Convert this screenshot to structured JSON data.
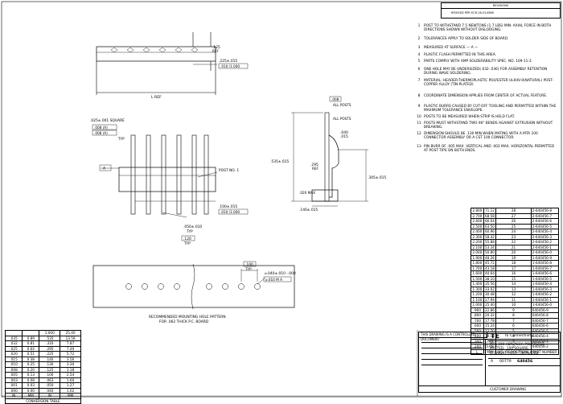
{
  "drawing": {
    "dims": {
      "pitch": ".125",
      "pitch_ref": "REF",
      "d_225": ".225±.015",
      "d_010_1000": ".010 /1.000",
      "l_ref": "L REF",
      "sq": ".025±.001 SQUARE",
      "fcf1": ".008 (A)",
      "fcf2": ".008 (A)",
      "typ": "TYP",
      "post_no1": "POST NO. 1",
      "datum_a": "A",
      "d_100": ".100±.015",
      "d_010b": ".010 /1.000",
      "d_050": ".050±.010",
      "d_050_typ": "TYP",
      "d_120": ".120",
      "d_120_typ": "TYP",
      "side_008": ".008",
      "all_posts1": "ALL POSTS",
      "all_posts2": "ALL POSTS",
      "d_040": ".040",
      "d_015": ".015",
      "d_295": ".295",
      "d_295_ref": "REF",
      "d_535": ".535±.015",
      "d_020": ".020 MAX",
      "d_140": ".140±.015",
      "d_305": ".305±.015",
      "hole_100": ".100",
      "hole_typ": "TYP",
      "hole_dia": "⌀.040±.010 -.000",
      "hole_fcf": "⌀.010 M A",
      "hole_caption_1": "RECOMMENDED MOUNTING HOLE PATTERN",
      "hole_caption_2": "FOR .062 THICK P.C. BOARD"
    },
    "notes": [
      {
        "num": "1",
        "text": "POST TO WITHSTAND 7.5 NEWTONS (1.7 LBS) MIN. AXIAL FORCE IN BOTH DIRECTIONS SHOWN WITHOUT DISLODGING."
      },
      {
        "num": "2",
        "text": "TOLERANCES APPLY TO SOLDER SIDE OF BOARD."
      },
      {
        "num": "3",
        "text": "MEASURED AT SURFACE — A —"
      },
      {
        "num": "4",
        "text": "PLASTIC FLASH PERMITTED IN THIS AREA."
      },
      {
        "num": "5",
        "text": "PARTS COMPLY WITH AMP SOLDERABILITY SPEC. NO. 109-11-2."
      },
      {
        "num": "6",
        "text": "ONE HOLE MAY BE UNDERSIZED(.032-.036) FOR ASSEMBLY RETENTION DURING WAVE SOLDERING."
      },
      {
        "num": "7",
        "text": "MATERIAL: HEADER-THERMOPLASTIC POLYESTER UL94V-0(NATURAL) POST-COPPER ALLOY (TIN-PLATED)"
      },
      {
        "num": "8",
        "text": "COORDINATE DIMENSION APPLIES FROM CENTER OF ACTUAL FEATURE."
      },
      {
        "num": "9",
        "text": "PLASTIC BURRS CAUSED BY CUT-OFF TOOLING AND PERMITTED WITHIN THE MAXIMUM TOLERANCE ENVELOPE."
      },
      {
        "num": "10",
        "text": "POSTS TO BE MEASURED WHEN STRIP IS HELD FLAT."
      },
      {
        "num": "11",
        "text": "POSTS MUST WITHSTAND TWO 90° BENDS AGAINST EXTRUSION WITHOUT BREAKING."
      },
      {
        "num": "12",
        "text": "DIMENSION SHOULD BE .130 MIN WHEN MATING WITH A MTA 100 CONNECTOR ASSEMBLY OR A CST 100 CONNECTOR."
      },
      {
        "num": "13",
        "text": "PIN BURR OF .005 MAX. VERTICAL AND .003 MAX. HORIZONTAL PERMITTED AT POST TIPS ON BOTH ENDS."
      }
    ],
    "parts_table": {
      "headers": [
        "L",
        "MM",
        "NO. OF POSITIONS",
        "PART NUMBER"
      ],
      "rows": [
        [
          "2.800",
          "71.12",
          "28",
          "2-640456-8"
        ],
        [
          "2.700",
          "68.58",
          "27",
          "2-640456-7"
        ],
        [
          "2.600",
          "66.04",
          "26",
          "2-640456-6"
        ],
        [
          "2.500",
          "63.50",
          "25",
          "2-640456-5"
        ],
        [
          "2.400",
          "60.96",
          "24",
          "2-640456-4"
        ],
        [
          "2.300",
          "58.42",
          "23",
          "2-640456-3"
        ],
        [
          "2.200",
          "55.88",
          "22",
          "2-640456-2"
        ],
        [
          "2.100",
          "53.34",
          "21",
          "2-640456-1"
        ],
        [
          "2.000",
          "50.80",
          "20",
          "2-640456-0"
        ],
        [
          "1.900",
          "48.26",
          "19",
          "1-640456-9"
        ],
        [
          "1.800",
          "45.72",
          "18",
          "1-640456-8"
        ],
        [
          "1.700",
          "43.18",
          "17",
          "1-640456-7"
        ],
        [
          "1.600",
          "40.64",
          "16",
          "1-640456-6"
        ],
        [
          "1.500",
          "38.10",
          "15",
          "1-640456-5"
        ],
        [
          "1.400",
          "35.56",
          "14",
          "1-640456-4"
        ],
        [
          "1.300",
          "33.02",
          "13",
          "1-640456-3"
        ],
        [
          "1.200",
          "30.48",
          "12",
          "1-640456-2"
        ],
        [
          "1.100",
          "27.94",
          "11",
          "1-640456-1"
        ],
        [
          "1.000",
          "25.40",
          "10",
          "1-640456-0"
        ],
        [
          ".900",
          "22.86",
          "9",
          "640456-9"
        ],
        [
          ".800",
          "20.32",
          "8",
          "640456-8"
        ],
        [
          ".700",
          "17.78",
          "7",
          "640456-7"
        ],
        [
          ".600",
          "15.24",
          "6",
          "640456-6"
        ],
        [
          ".500",
          "12.70",
          "5",
          "640456-5"
        ],
        [
          ".400",
          "10.16",
          "4",
          "640456-4"
        ],
        [
          ".300",
          "7.62",
          "3",
          "640456-3"
        ],
        [
          ".200",
          "5.08",
          "2",
          "640456-2"
        ]
      ]
    },
    "conversion_table": {
      "title": "CONVERSION TABLE",
      "headers": [
        "IN",
        "MM",
        "IN",
        "MM"
      ],
      "rows": [
        [
          "",
          "",
          "1.000",
          "25.40"
        ],
        [
          ".035",
          "0.89",
          ".535",
          "13.59"
        ],
        [
          ".032",
          "0.81",
          ".310",
          "7.87"
        ],
        [
          ".025",
          "0.64",
          ".295",
          "7.49"
        ],
        [
          ".020",
          "0.51",
          ".225",
          "5.72"
        ],
        [
          ".015",
          "0.38",
          ".140",
          "3.56"
        ],
        [
          ".010",
          "0.25",
          ".130",
          "3.30"
        ],
        [
          ".008",
          "0.20",
          ".125",
          "3.18"
        ],
        [
          ".005",
          "0.13",
          ".100",
          "2.54"
        ],
        [
          ".003",
          "0.08",
          ".063",
          "1.60"
        ],
        [
          ".001",
          "0.03",
          ".050",
          "1.27"
        ],
        [
          ".000",
          "0.00",
          ".040",
          "1.02"
        ]
      ]
    },
    "title_block": {
      "company": "TE Connectivity",
      "logo": "TE",
      "title_1": "MTA-100 HDR ASSY, POLARIZED,",
      "title_2": "MATTED, .100 SQUARE,",
      "title_3": "STRAIGHT POST, TIN PLATED",
      "size": "A",
      "cage": "00779",
      "dwg_no": "640456",
      "customer_drawing": "CUSTOMER DRAWING",
      "restricted": "THIS DRAWING IS A CONTROLLED DOCUMENT"
    },
    "revision": {
      "header": "REVISIONS",
      "entry": "REVISED PER ECR-16-014566"
    }
  }
}
